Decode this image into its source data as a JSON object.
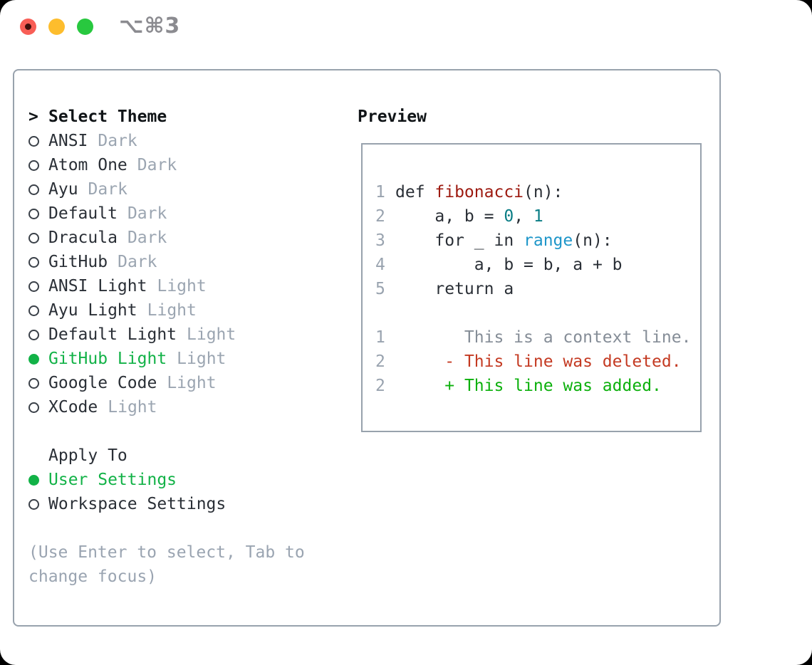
{
  "window": {
    "title": "⌥⌘3",
    "traffic_lights": [
      "close",
      "minimize",
      "zoom"
    ]
  },
  "theme_panel": {
    "prompt": ">",
    "header": "Select Theme",
    "themes": [
      {
        "name": "ANSI",
        "variant": "Dark",
        "selected": false
      },
      {
        "name": "Atom One",
        "variant": "Dark",
        "selected": false
      },
      {
        "name": "Ayu",
        "variant": "Dark",
        "selected": false
      },
      {
        "name": "Default",
        "variant": "Dark",
        "selected": false
      },
      {
        "name": "Dracula",
        "variant": "Dark",
        "selected": false
      },
      {
        "name": "GitHub",
        "variant": "Dark",
        "selected": false
      },
      {
        "name": "ANSI Light",
        "variant": "Light",
        "selected": false
      },
      {
        "name": "Ayu Light",
        "variant": "Light",
        "selected": false
      },
      {
        "name": "Default Light",
        "variant": "Light",
        "selected": false
      },
      {
        "name": "GitHub Light",
        "variant": "Light",
        "selected": true
      },
      {
        "name": "Google Code",
        "variant": "Light",
        "selected": false
      },
      {
        "name": "XCode",
        "variant": "Light",
        "selected": false
      }
    ],
    "apply_to": {
      "header": "Apply To",
      "options": [
        {
          "name": "User Settings",
          "selected": true
        },
        {
          "name": "Workspace Settings",
          "selected": false
        }
      ]
    },
    "hint": "(Use Enter to select, Tab to change focus)"
  },
  "preview": {
    "header": "Preview",
    "code_lines": [
      {
        "num": "1",
        "segments": [
          {
            "text": "def ",
            "style": "kw"
          },
          {
            "text": "fibonacci",
            "style": "fn"
          },
          {
            "text": "(n):",
            "style": "plain"
          }
        ]
      },
      {
        "num": "2",
        "segments": [
          {
            "text": "    a, b = ",
            "style": "plain"
          },
          {
            "text": "0",
            "style": "num"
          },
          {
            "text": ", ",
            "style": "plain"
          },
          {
            "text": "1",
            "style": "num"
          }
        ]
      },
      {
        "num": "3",
        "segments": [
          {
            "text": "    for _ in ",
            "style": "plain"
          },
          {
            "text": "range",
            "style": "builtin"
          },
          {
            "text": "(n):",
            "style": "plain"
          }
        ]
      },
      {
        "num": "4",
        "segments": [
          {
            "text": "        a, b = b, a + b",
            "style": "plain"
          }
        ]
      },
      {
        "num": "5",
        "segments": [
          {
            "text": "    return a",
            "style": "plain"
          }
        ]
      },
      {
        "num": "",
        "segments": []
      },
      {
        "num": "1",
        "segments": [
          {
            "text": "       This is a context line.",
            "style": "ctx"
          }
        ]
      },
      {
        "num": "2",
        "segments": [
          {
            "text": "     ",
            "style": "plain"
          },
          {
            "text": "- This line was deleted.",
            "style": "del"
          }
        ]
      },
      {
        "num": "2",
        "segments": [
          {
            "text": "     ",
            "style": "plain"
          },
          {
            "text": "+ This line was added.",
            "style": "add"
          }
        ]
      }
    ]
  },
  "colors": {
    "selected_green": "#12b247",
    "added_green": "#0cb00c",
    "deleted_red": "#c43a22",
    "function_red": "#9d1a10",
    "number_teal": "#0a7d85",
    "builtin_blue": "#1e96c9",
    "muted_gray": "#9ba5b1",
    "border_gray": "#98a2ad",
    "traffic_red": "#f85e56",
    "traffic_yellow": "#fdbd2d",
    "traffic_green": "#28c83f"
  }
}
